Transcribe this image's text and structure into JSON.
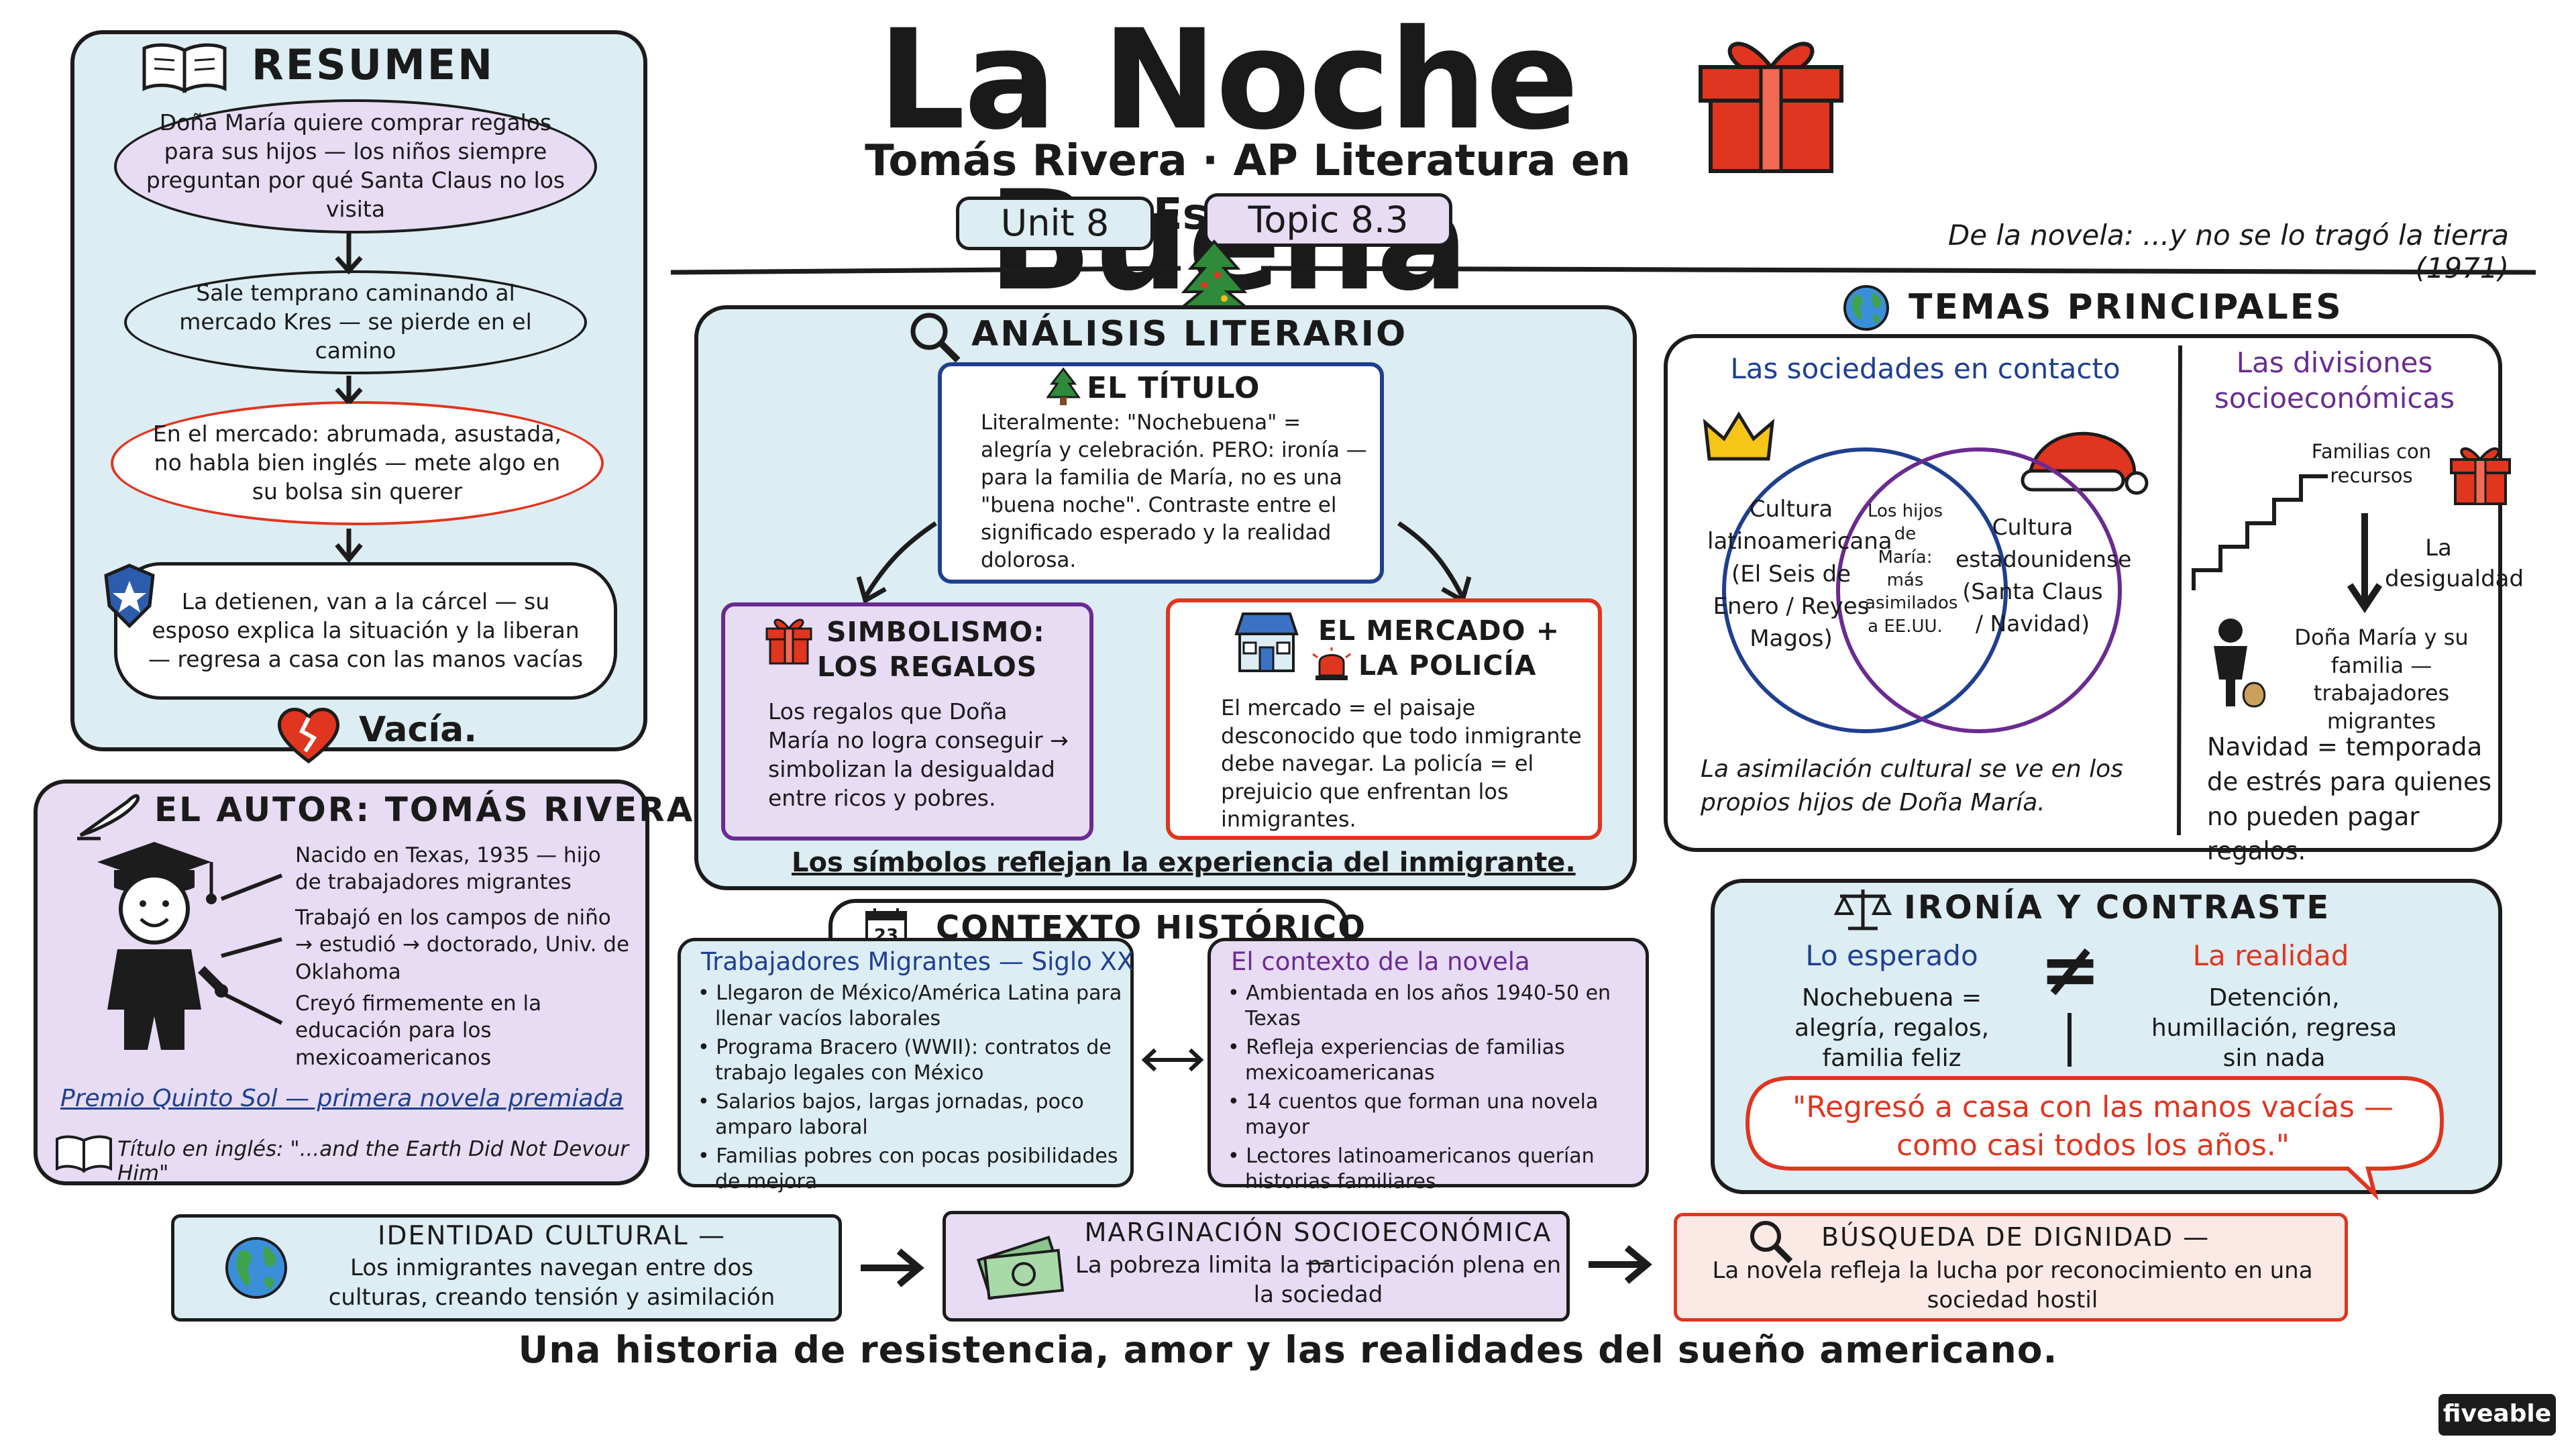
{
  "header": {
    "title": "La Noche Buena",
    "subtitle": "Tomás Rivera · AP Literatura en Español",
    "unit": "Unit 8",
    "topic": "Topic 8.3",
    "source": "De la novela: ...y no se lo tragó la tierra (1971)"
  },
  "resumen": {
    "title": "RESUMEN",
    "steps": [
      "Doña María quiere comprar regalos para sus hijos — los niños siempre preguntan por qué Santa Claus no los visita",
      "Sale temprano caminando al mercado Kres — se pierde en el camino",
      "En el mercado: abrumada, asustada, no habla bien inglés — mete algo en su bolsa sin querer",
      "La detienen, van a la cárcel — su esposo explica la situación y la liberan — regresa a casa con las manos vacías"
    ],
    "result": "Vacía."
  },
  "autor": {
    "title": "EL AUTOR: TOMÁS RIVERA",
    "facts": [
      "Nacido en Texas, 1935 — hijo de trabajadores migrantes",
      "Trabajó en los campos de niño → estudió → doctorado, Univ. de Oklahoma",
      "Creyó firmemente en la educación para los mexicoamericanos"
    ],
    "premio": "Premio Quinto Sol — primera novela premiada",
    "titulo_ingles": "Título en inglés: \"...and the Earth Did Not Devour Him\""
  },
  "analisis": {
    "title": "ANÁLISIS LITERARIO",
    "titulo_head": "EL TÍTULO",
    "titulo_text": "Literalmente: \"Nochebuena\" = alegría y celebración. PERO: ironía — para la familia de María, no es una \"buena noche\". Contraste entre el significado esperado y la realidad dolorosa.",
    "simbolismo_head1": "SIMBOLISMO:",
    "simbolismo_head2": "LOS REGALOS",
    "simbolismo_text": "Los regalos que Doña María no logra conseguir → simbolizan la desigualdad entre ricos y pobres.",
    "mercado_head1": "EL MERCADO +",
    "mercado_head2": "LA POLICÍA",
    "mercado_text": "El mercado = el paisaje desconocido que todo inmigrante debe navegar. La policía = el prejuicio que enfrentan los inmigrantes.",
    "footer": "Los símbolos reflejan la experiencia del inmigrante."
  },
  "contexto": {
    "title": "CONTEXTO HISTÓRICO",
    "cal_num": "23",
    "left_head": "Trabajadores Migrantes — Siglo XX",
    "left_items": [
      "Llegaron de México/América Latina para llenar vacíos laborales",
      "Programa Bracero (WWII): contratos de trabajo legales con México",
      "Salarios bajos, largas jornadas, poco amparo laboral",
      "Familias pobres con pocas posibilidades de mejora"
    ],
    "right_head": "El contexto de la novela",
    "right_items": [
      "Ambientada en los años 1940-50 en Texas",
      "Refleja experiencias de familias mexicoamericanas",
      "14 cuentos que forman una novela mayor",
      "Lectores latinoamericanos querían historias familiares"
    ]
  },
  "temas": {
    "title": "TEMAS PRINCIPALES",
    "sociedades_head": "Las sociedades en contacto",
    "circle_left": "Cultura latinoamericana (El Seis de Enero / Reyes Magos)",
    "circle_mid": "Los hijos de María: más asimilados a EE.UU.",
    "circle_right": "Cultura estadounidense (Santa Claus / Navidad)",
    "sociedades_caption": "La asimilación cultural se ve en los propios hijos de Doña María.",
    "divisiones_head": "Las divisiones socioeconómicas",
    "familias": "Familias con recursos",
    "desigualdad": "La desigualdad",
    "dona_maria": "Doña María y su familia — trabajadores migrantes",
    "navidad": "Navidad = temporada de estrés para quienes no pueden pagar regalos."
  },
  "ironia": {
    "title": "IRONÍA Y CONTRASTE",
    "esperado_head": "Lo esperado",
    "esperado_text": "Nochebuena = alegría, regalos, familia feliz",
    "realidad_head": "La realidad",
    "realidad_text": "Detención, humillación, regresa sin nada",
    "neq": "≠",
    "quote": "\"Regresó a casa con las manos vacías — como casi todos los años.\""
  },
  "bottom": {
    "identidad_head": "IDENTIDAD CULTURAL —",
    "identidad_text": "Los inmigrantes navegan entre dos culturas, creando tensión y asimilación",
    "marginacion_head": "MARGINACIÓN SOCIOECONÓMICA —",
    "marginacion_text": "La pobreza limita la participación plena en la sociedad",
    "busqueda_head": "BÚSQUEDA DE DIGNIDAD —",
    "busqueda_text": "La novela refleja la lucha por reconocimiento en una sociedad hostil",
    "tagline": "Una historia de resistencia, amor y las realidades del sueño americano."
  },
  "brand": "fiveable",
  "colors": {
    "lavender": "#e7dcf3",
    "blue": "#dcedf3",
    "red": "#e0351f",
    "navy": "#1f3f8f",
    "purple": "#6a2b91"
  },
  "icons": [
    "book-icon",
    "gift-icon",
    "tree-icon",
    "magnifier-icon",
    "globe-icon",
    "police-badge-icon",
    "broken-heart-icon",
    "quill-icon",
    "graduate-icon",
    "store-icon",
    "siren-icon",
    "calendar-icon",
    "crown-icon",
    "santa-hat-icon",
    "stairs-icon",
    "scale-icon",
    "money-icon"
  ]
}
